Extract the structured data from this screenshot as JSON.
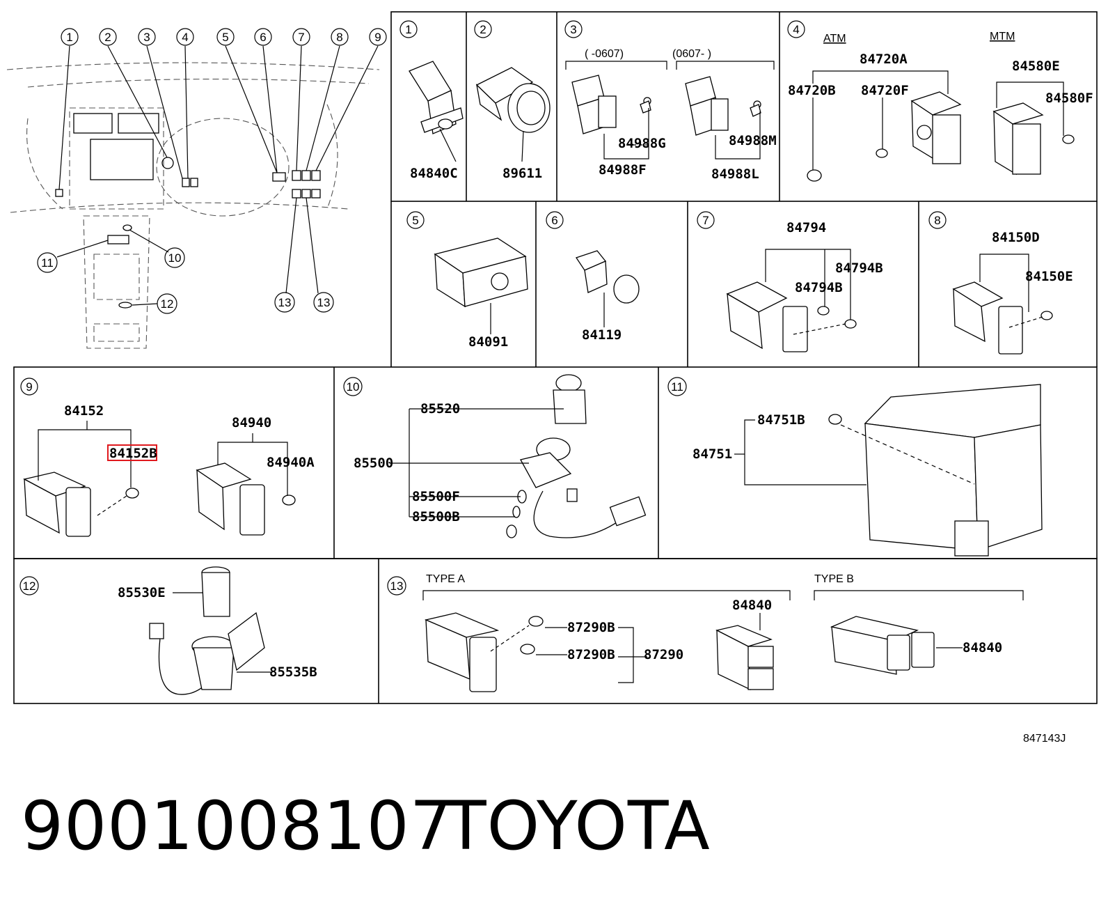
{
  "overview": {
    "callouts": [
      "1",
      "2",
      "3",
      "4",
      "5",
      "6",
      "7",
      "8",
      "9",
      "10",
      "11",
      "12",
      "13",
      "13"
    ]
  },
  "panels": {
    "p1": {
      "num": "1",
      "parts": [
        "84840C"
      ]
    },
    "p2": {
      "num": "2",
      "parts": [
        "89611"
      ]
    },
    "p3": {
      "num": "3",
      "date_left": "(      -0607)",
      "date_right": "(0607-      )",
      "parts": [
        "84988G",
        "84988F",
        "84988M",
        "84988L"
      ]
    },
    "p4": {
      "num": "4",
      "atm": "ATM",
      "mtm": "MTM",
      "parts": [
        "84720A",
        "84720B",
        "84720F",
        "84580E",
        "84580F"
      ]
    },
    "p5": {
      "num": "5",
      "parts": [
        "84091"
      ]
    },
    "p6": {
      "num": "6",
      "parts": [
        "84119"
      ]
    },
    "p7": {
      "num": "7",
      "parts": [
        "84794",
        "84794B",
        "84794B"
      ]
    },
    "p8": {
      "num": "8",
      "parts": [
        "84150D",
        "84150E"
      ]
    },
    "p9": {
      "num": "9",
      "parts": [
        "84152",
        "84152B",
        "84940",
        "84940A"
      ]
    },
    "p10": {
      "num": "10",
      "parts": [
        "85520",
        "85500",
        "85500F",
        "85500B"
      ]
    },
    "p11": {
      "num": "11",
      "parts": [
        "84751B",
        "84751"
      ]
    },
    "p12": {
      "num": "12",
      "parts": [
        "85530E",
        "85535B"
      ]
    },
    "p13": {
      "num": "13",
      "type_a": "TYPE A",
      "type_b": "TYPE B",
      "parts": [
        "87290B",
        "87290B",
        "87290",
        "84840",
        "84840"
      ]
    }
  },
  "highlight_color": "#e0191e",
  "diagram_code": "847143J",
  "part_number": "9001008107",
  "brand": "TOYOTA"
}
